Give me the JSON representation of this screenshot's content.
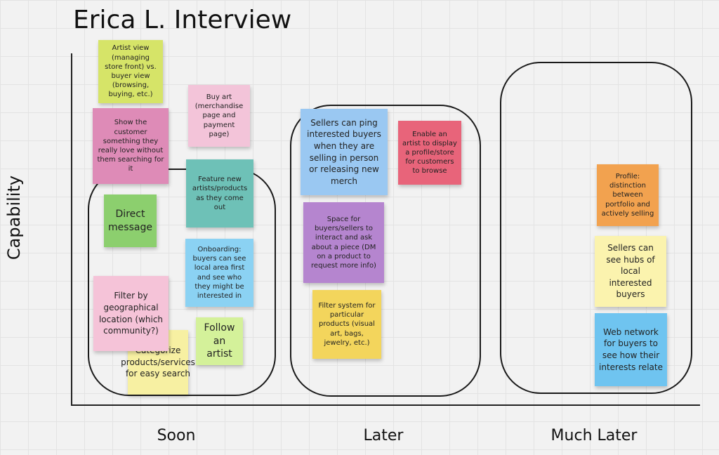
{
  "board": {
    "title": "Erica L. Interview",
    "y_axis_label": "Capability",
    "columns": [
      "Soon",
      "Later",
      "Much Later"
    ]
  },
  "colors": {
    "lime": "#d6e468",
    "pink": "#f3c4d9",
    "magenta": "#de8bb7",
    "teal": "#6ec1b7",
    "green": "#8ccf6e",
    "blue": "#8bd2f3",
    "lightpink": "#f5c3d8",
    "yellow": "#f7f0a2",
    "lightgreen": "#d4f19a",
    "skyblue": "#9ac8f2",
    "red": "#e8647a",
    "purple": "#b585cf",
    "gold": "#f3d55c",
    "orange": "#f2a24f",
    "paleyellow": "#fbf3ae",
    "cyan": "#6fc4f0"
  },
  "notes": {
    "artist_view": "Artist view (managing store front) vs. buyer view (browsing, buying, etc.)",
    "buy_art": "Buy art (merchandise page and payment page)",
    "show_customer": "Show the customer something they really love without them searching for it",
    "feature_new": "Feature new artists/products as they come out",
    "direct_message": "Direct message",
    "onboarding": "Onboarding: buyers can see local area first and see who they might be interested in",
    "filter_geo": "Filter by geographical location (which community?)",
    "categorize": "Categorize products/services for easy search",
    "follow_artist": "Follow an artist",
    "sellers_ping": "Sellers can ping interested buyers when they are selling in person or releasing new merch",
    "enable_artist": "Enable an artist to display a profile/store for customers to browse",
    "space_buyers": "Space for buyers/sellers to interact and ask about a piece (DM on a product to request more info)",
    "filter_system": "Filter system for particular products (visual art, bags, jewelry, etc.)",
    "profile": "Profile: distinction between portfolio and actively selling",
    "sellers_hubs": "Sellers can see hubs of local interested buyers",
    "web_network": "Web network for buyers to see how their interests relate"
  }
}
